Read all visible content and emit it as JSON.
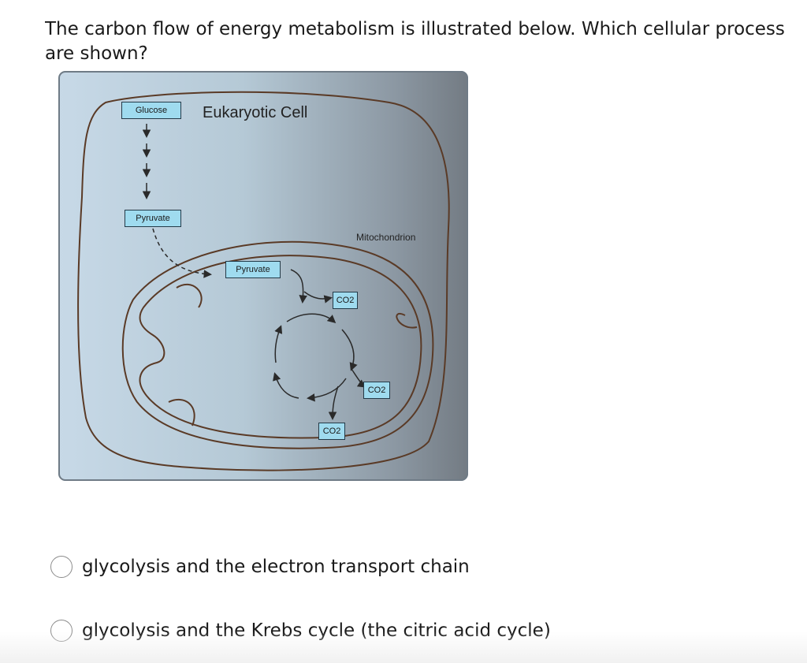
{
  "question": {
    "line1": "The carbon flow of energy metabolism is illustrated below. Which cellular process",
    "line2": "are shown?"
  },
  "figure": {
    "cell_title": "Eukaryotic Cell",
    "glucose": "Glucose",
    "pyruvate_cytoplasm": "Pyruvate",
    "pyruvate_mito": "Pyruvate",
    "mitochondrion": "Mitochondrion",
    "co2_a": "CO2",
    "co2_b": "CO2",
    "co2_c": "CO2",
    "bg_left": "#c7d9e7",
    "bg_right": "#737b83",
    "label_fill": "#9fdbef",
    "membrane_color": "#5a3a26"
  },
  "options": [
    {
      "label": "glycolysis and the electron transport chain"
    },
    {
      "label": "glycolysis and the Krebs cycle (the citric acid cycle)"
    }
  ]
}
